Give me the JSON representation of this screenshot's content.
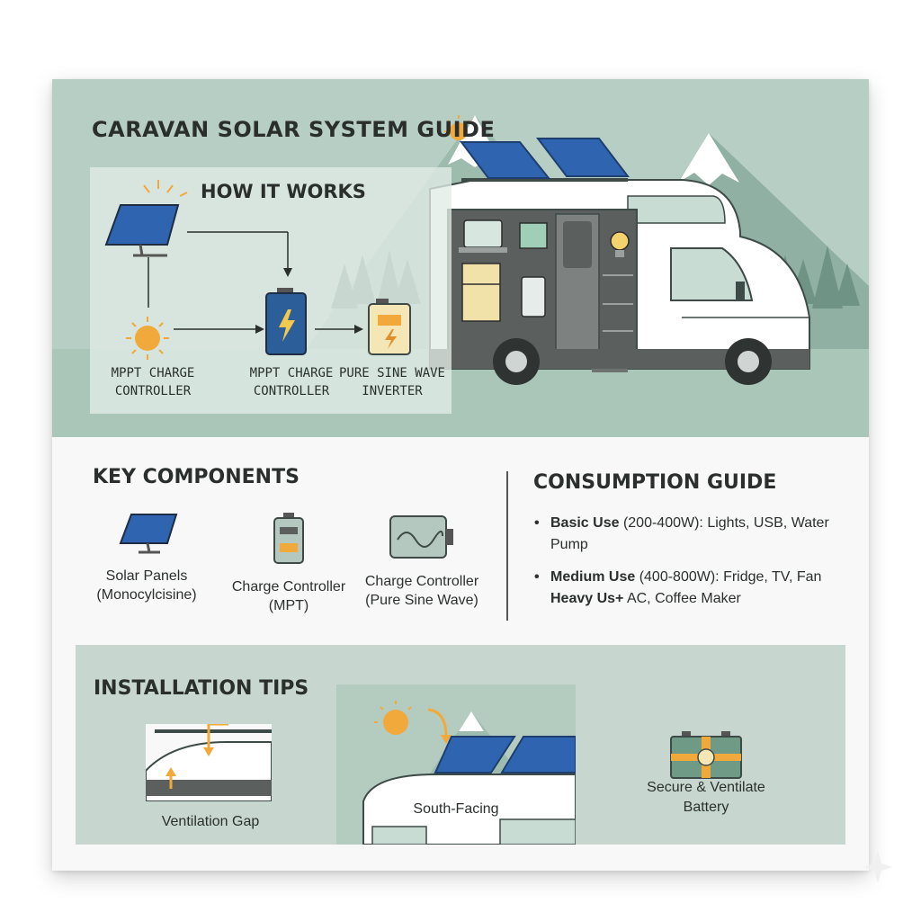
{
  "title": "CARAVAN SOLAR SYSTEM GUIDE",
  "how_it_works": {
    "title": "HOW IT WORKS",
    "nodes": [
      {
        "line1": "MPPT CHARGE",
        "line2": "CONTROLLER"
      },
      {
        "line1": "MPPT CHARGE",
        "line2": "CONTROLLER"
      },
      {
        "line1": "PURE SINE WAVE",
        "line2": "INVERTER"
      }
    ]
  },
  "key_components": {
    "title": "KEY COMPONENTS",
    "items": [
      {
        "icon": "solar-panel-icon",
        "line1": "Solar Panels",
        "line2": "(Monocylcisine)"
      },
      {
        "icon": "charge-controller-icon",
        "line1": "Charge Controller",
        "line2": "(MPT)"
      },
      {
        "icon": "inverter-icon",
        "line1": "Charge Controller",
        "line2": "(Pure Sine Wave)"
      }
    ]
  },
  "consumption": {
    "title": "CONSUMPTION GUIDE",
    "items": [
      {
        "bold": "Basic Use",
        "text": " (200-400W): Lights, USB, Water Pump"
      },
      {
        "bold": "Medium Use",
        "text": " (400-800W): Fridge, TV, Fan",
        "bold2": "Heavy Us+",
        "text2": " AC, Coffee Maker"
      }
    ]
  },
  "installation": {
    "title": "INSTALLATION TIPS",
    "tips": [
      {
        "line1": "Ventilation Gap"
      },
      {
        "line1": "South-Facing"
      },
      {
        "line1": "Secure & Ventilate",
        "line2": "Battery"
      }
    ]
  },
  "colors": {
    "hero_bg": "#b7cec4",
    "mountain": "#8fb0a3",
    "panel_blue": "#2f64b0",
    "sun_orange": "#f2a93b",
    "battery_blue": "#2c5f9a",
    "install_bg": "#c7d7cf"
  }
}
